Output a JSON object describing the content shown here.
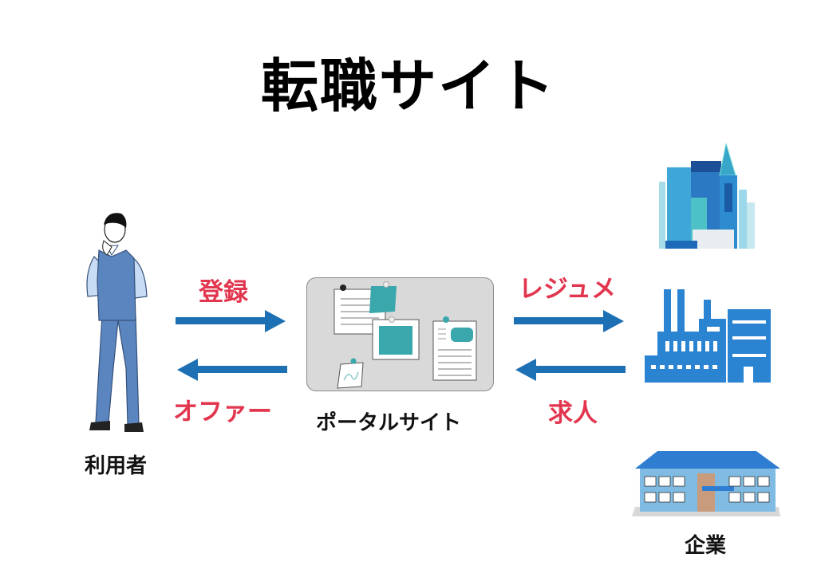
{
  "title": "転職サイト",
  "nodes": {
    "user": {
      "label": "利用者",
      "icon": "person-thinking-icon"
    },
    "portal": {
      "label": "ポータルサイト",
      "icon": "bulletin-board-icon"
    },
    "company": {
      "label": "企業",
      "icons": [
        "skyscrapers-icon",
        "factory-icon",
        "school-building-icon"
      ]
    }
  },
  "edges": [
    {
      "from": "user",
      "to": "portal",
      "label": "登録"
    },
    {
      "from": "portal",
      "to": "user",
      "label": "オファー"
    },
    {
      "from": "portal",
      "to": "company",
      "label": "レジュメ"
    },
    {
      "from": "company",
      "to": "portal",
      "label": "求人"
    }
  ],
  "colors": {
    "arrow": "#1e70b4",
    "edge_label": "#e2364f",
    "accent_teal": "#3aa7ad",
    "factory_blue": "#2a84d2",
    "portal_bg": "#d9d9d9"
  }
}
